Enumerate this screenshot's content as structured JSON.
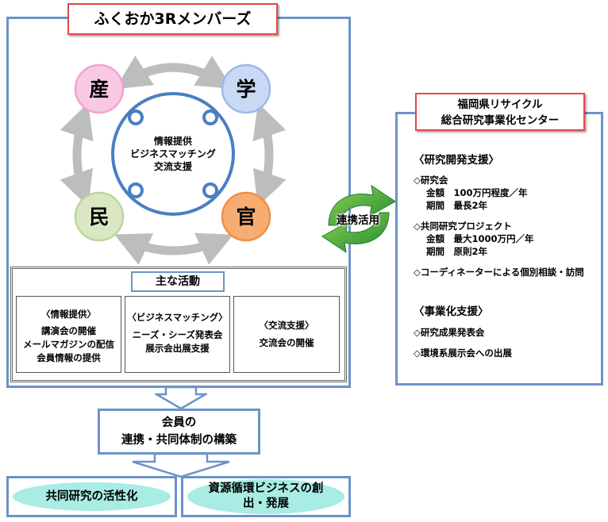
{
  "title": "ふくおか3Rメンバーズ",
  "sectors": {
    "industry": {
      "label": "産",
      "fill": "#f9c9e4",
      "stroke": "#f2a3cf"
    },
    "academia": {
      "label": "学",
      "fill": "#c9d9f3",
      "stroke": "#9cb9e6"
    },
    "citizen": {
      "label": "民",
      "fill": "#d9e8c2",
      "stroke": "#bcd59c"
    },
    "government": {
      "label": "官",
      "fill": "#f7ad72",
      "stroke": "#ef8e47"
    }
  },
  "center_lines": [
    "情報提供",
    "ビジネスマッチング",
    "交流支援"
  ],
  "activities": {
    "heading": "主な活動",
    "boxes": [
      {
        "title": "〈情報提供〉",
        "lines": [
          "講演会の開催",
          "メールマガジンの配信",
          "会員情報の提供"
        ]
      },
      {
        "title": "〈ビジネスマッチング〉",
        "lines": [
          "ニーズ・シーズ発表会",
          "展示会出展支援"
        ]
      },
      {
        "title": "〈交流支援〉",
        "lines": [
          "交流会の開催"
        ]
      }
    ]
  },
  "link_label": "連携活用",
  "center_org": {
    "name_lines": [
      "福岡県リサイクル",
      "総合研究事業化センター"
    ],
    "sections": [
      {
        "heading": "〈研究開発支援〉",
        "items": [
          {
            "title": "◇研究会",
            "details": [
              "金額　100万円程度／年",
              "期間　最長2年"
            ]
          },
          {
            "title": "◇共同研究プロジェクト",
            "details": [
              "金額　最大1000万円／年",
              "期間　原則2年"
            ]
          },
          {
            "title": "◇コーディネーターによる個別相談・訪問",
            "details": []
          }
        ]
      },
      {
        "heading": "〈事業化支援〉",
        "items": [
          {
            "title": "◇研究成果発表会",
            "details": []
          },
          {
            "title": "◇環境系展示会への出展",
            "details": []
          }
        ]
      }
    ]
  },
  "outcome_lines": [
    "会員の",
    "連携・共同体制の構築"
  ],
  "results": [
    "共同研究の活性化",
    "資源循環ビジネスの創出・発展"
  ],
  "colors": {
    "frame_blue": "#6b93c8",
    "title_red": "#e0484a",
    "ring_blue": "#4a7fc3",
    "oval_teal": "#a8ece4",
    "arrow_green": "#2e9a3a"
  }
}
